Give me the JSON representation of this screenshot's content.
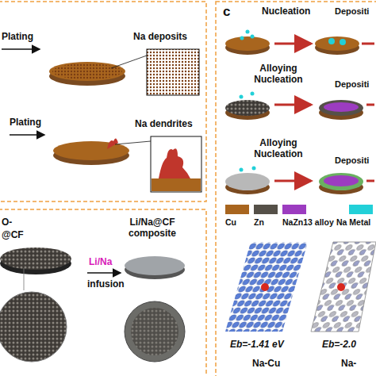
{
  "diagram": {
    "labels": [
      "Plating",
      "Na deposits",
      "Plating",
      "Na dendrites",
      "O-",
      "@CF",
      "Li/Na@CF composite",
      "Li/Na",
      "infusion",
      "c",
      "Nucleation",
      "Depositi",
      "Alloying Nucleation",
      "Depositi",
      "Alloying Nucleation",
      "Depositi",
      "Eb=-1.41 eV",
      "Eb=-2.0",
      "Na-Cu",
      "Na-"
    ],
    "legend": [
      {
        "text": "Cu",
        "color": "#a8651e"
      },
      {
        "text": "Zn",
        "color": "#555048"
      },
      {
        "text": "NaZn13 alloy",
        "color": "#9c3cc0"
      },
      {
        "text": "Na Metal",
        "color": "#22d0d8"
      }
    ]
  }
}
